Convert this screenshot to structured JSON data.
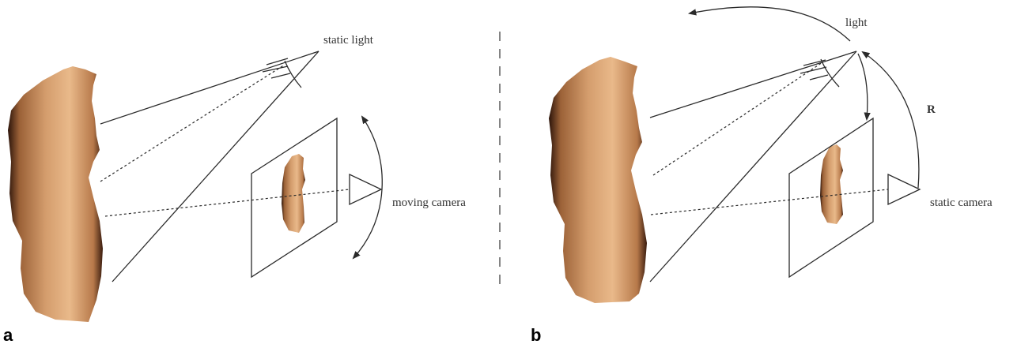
{
  "colors": {
    "skin": "#c68f5e",
    "skin_light": "#e9b98a",
    "skin_dark": "#2c140a",
    "stroke": "#2a2a2a"
  },
  "panel_a": {
    "label": "a",
    "light_label": "static light",
    "camera_label": "moving camera"
  },
  "panel_b": {
    "label": "b",
    "light_label": "light",
    "camera_label": "static camera",
    "rotation_label": "R"
  }
}
